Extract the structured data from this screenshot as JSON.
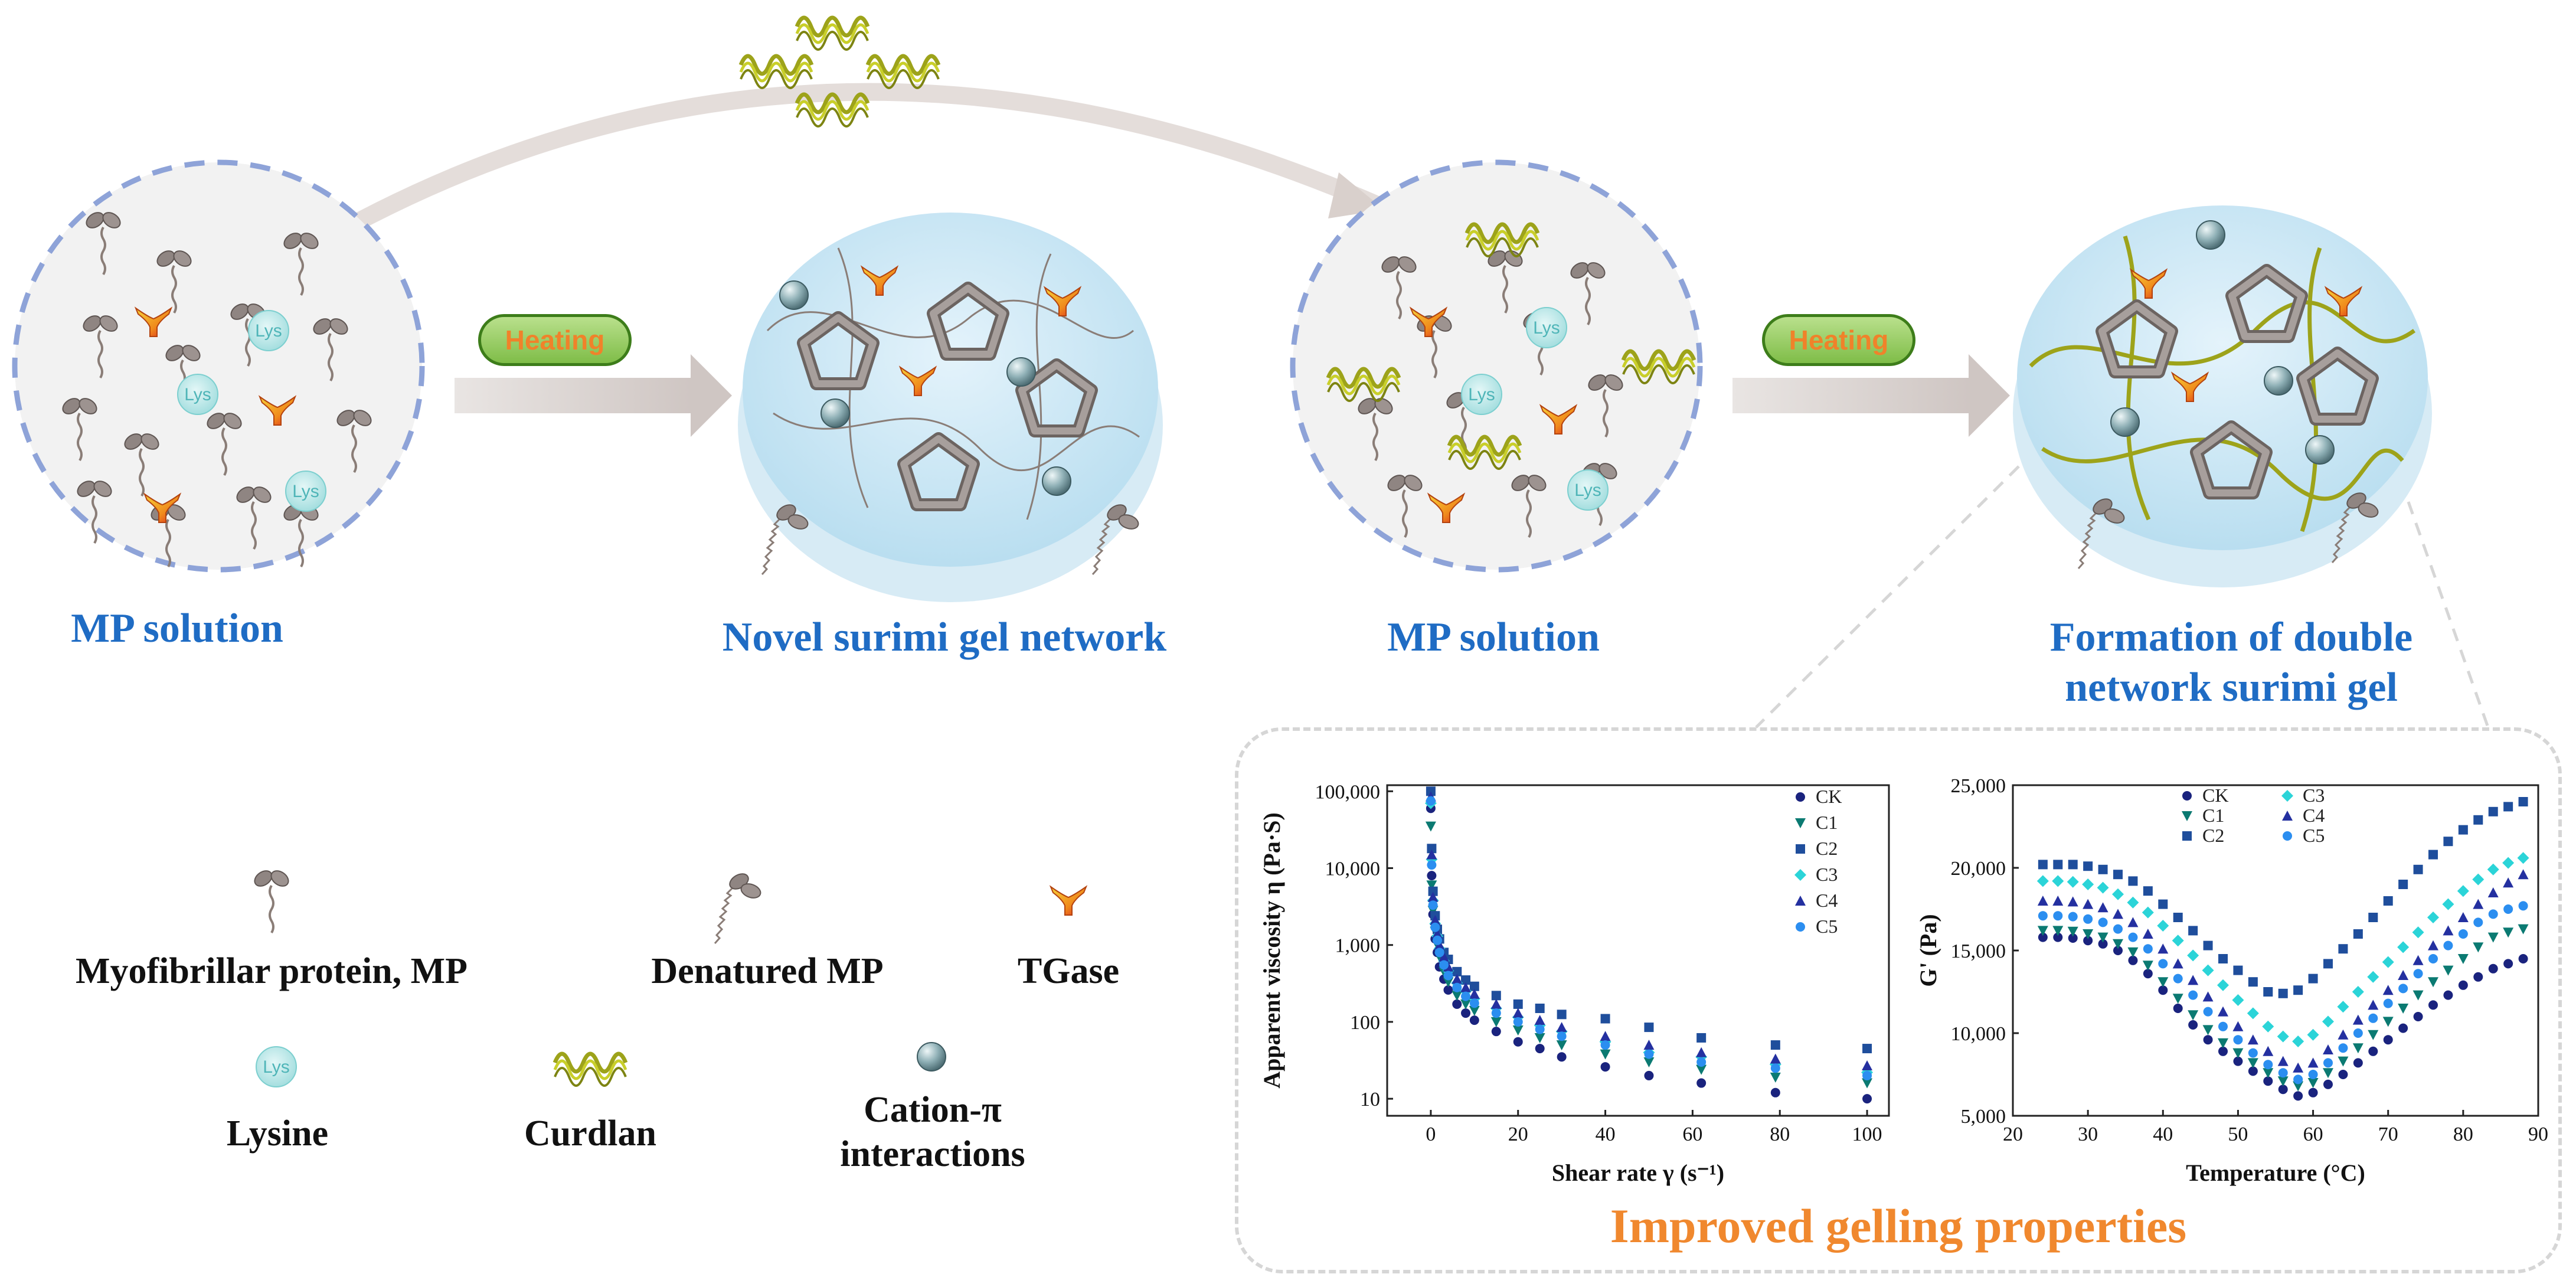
{
  "diagram": {
    "heating_label": "Heating",
    "lys_label": "Lys",
    "titles": {
      "mp_solution_1": "MP solution",
      "novel_network": "Novel surimi gel network",
      "mp_solution_2": "MP solution",
      "double_network_line1": "Formation of double",
      "double_network_line2": "network surimi gel"
    },
    "legend": {
      "mp": "Myofibrillar protein, MP",
      "denatured": "Denatured MP",
      "tgase": "TGase",
      "lysine": "Lysine",
      "curdlan": "Curdlan",
      "cation_line1": "Cation-π",
      "cation_line2": "interactions"
    },
    "improved": "Improved gelling properties",
    "colors": {
      "title_blue": "#1f6cc4",
      "accent_orange": "#f0882e",
      "heating_green": "#7fbd48"
    }
  },
  "chart_data": [
    {
      "type": "scatter",
      "xlabel": "Shear rate γ (s⁻¹)",
      "ylabel": "Apparent viscosity η (Pa·S)",
      "yscale": "log",
      "xlim": [
        -10,
        105
      ],
      "ylim": [
        6,
        120000
      ],
      "x_ticks": [
        0,
        20,
        40,
        60,
        80,
        100
      ],
      "y_ticks": [
        10,
        100,
        1000,
        10000,
        100000
      ],
      "y_tick_labels": [
        "10",
        "100",
        "1,000",
        "10,000",
        "100,000"
      ],
      "legend_position": "top-right",
      "x": [
        0,
        0.2,
        0.5,
        1,
        1.5,
        2,
        3,
        4,
        6,
        8,
        10,
        15,
        20,
        25,
        30,
        40,
        50,
        62,
        79,
        100
      ],
      "series": [
        {
          "name": "CK",
          "color": "#1a237e",
          "marker": "circle",
          "values": [
            60000,
            8000,
            2500,
            1200,
            800,
            520,
            360,
            260,
            170,
            130,
            105,
            75,
            55,
            45,
            35,
            26,
            20,
            16,
            12,
            10
          ]
        },
        {
          "name": "C1",
          "color": "#0b7a72",
          "marker": "triangle-down",
          "values": [
            35000,
            6000,
            2800,
            1500,
            1000,
            700,
            450,
            330,
            220,
            170,
            140,
            100,
            78,
            62,
            50,
            38,
            30,
            24,
            19,
            16
          ]
        },
        {
          "name": "C2",
          "color": "#1f4e9c",
          "marker": "square",
          "values": [
            100000,
            18000,
            5000,
            2400,
            1600,
            1200,
            800,
            650,
            450,
            350,
            290,
            220,
            170,
            150,
            125,
            110,
            85,
            62,
            50,
            45
          ]
        },
        {
          "name": "C3",
          "color": "#2bd4d8",
          "marker": "diamond",
          "values": [
            70000,
            13000,
            3800,
            1900,
            1300,
            900,
            620,
            460,
            320,
            250,
            200,
            150,
            115,
            90,
            75,
            55,
            40,
            35,
            28,
            22
          ]
        },
        {
          "name": "C4",
          "color": "#2430a0",
          "marker": "triangle-up",
          "values": [
            85000,
            15000,
            4200,
            2100,
            1400,
            1000,
            700,
            520,
            360,
            280,
            230,
            170,
            130,
            105,
            85,
            65,
            50,
            40,
            33,
            27
          ]
        },
        {
          "name": "C5",
          "color": "#2b8ef0",
          "marker": "circle",
          "values": [
            75000,
            11000,
            3300,
            1700,
            1150,
            800,
            550,
            400,
            280,
            215,
            175,
            130,
            100,
            80,
            65,
            50,
            38,
            30,
            25,
            20
          ]
        }
      ]
    },
    {
      "type": "scatter",
      "xlabel": "Temperature (°C)",
      "ylabel": "G' (Pa)",
      "xlim": [
        20,
        90
      ],
      "ylim": [
        5000,
        25000
      ],
      "x_ticks": [
        20,
        30,
        40,
        50,
        60,
        70,
        80,
        90
      ],
      "y_ticks": [
        5000,
        10000,
        15000,
        20000,
        25000
      ],
      "y_tick_labels": [
        "5,000",
        "10,000",
        "15,000",
        "20,000",
        "25,000"
      ],
      "legend_position": "top",
      "x": [
        24,
        26,
        28,
        30,
        32,
        34,
        36,
        38,
        40,
        42,
        44,
        46,
        48,
        50,
        52,
        54,
        56,
        58,
        60,
        62,
        64,
        66,
        68,
        70,
        72,
        74,
        76,
        78,
        80,
        82,
        84,
        86,
        88
      ],
      "series": [
        {
          "name": "CK",
          "color": "#1a237e",
          "marker": "circle",
          "values": [
            15800,
            15800,
            15750,
            15600,
            15400,
            15000,
            14400,
            13600,
            12600,
            11500,
            10500,
            9600,
            8900,
            8300,
            7700,
            7100,
            6600,
            6200,
            6400,
            6900,
            7500,
            8200,
            8900,
            9600,
            10300,
            11000,
            11700,
            12300,
            12900,
            13400,
            13900,
            14200,
            14500
          ]
        },
        {
          "name": "C1",
          "color": "#0b7a72",
          "marker": "triangle-down",
          "values": [
            16200,
            16200,
            16150,
            16000,
            15800,
            15400,
            14900,
            14100,
            13100,
            12100,
            11100,
            10200,
            9400,
            8800,
            8200,
            7600,
            7100,
            6800,
            7000,
            7600,
            8300,
            9100,
            9900,
            10700,
            11500,
            12300,
            13100,
            13800,
            14500,
            15200,
            15800,
            16100,
            16300
          ]
        },
        {
          "name": "C2",
          "color": "#1f4e9c",
          "marker": "square",
          "values": [
            20200,
            20200,
            20200,
            20100,
            19900,
            19600,
            19200,
            18600,
            17800,
            17000,
            16200,
            15300,
            14500,
            13800,
            13100,
            12500,
            12400,
            12600,
            13300,
            14200,
            15100,
            16000,
            17000,
            18000,
            19000,
            19900,
            20800,
            21600,
            22300,
            22900,
            23400,
            23700,
            24000
          ]
        },
        {
          "name": "C3",
          "color": "#2bd4d8",
          "marker": "diamond",
          "values": [
            19200,
            19200,
            19150,
            19000,
            18800,
            18400,
            17900,
            17300,
            16500,
            15600,
            14700,
            13800,
            12900,
            12000,
            11200,
            10400,
            9800,
            9500,
            9900,
            10700,
            11600,
            12500,
            13400,
            14300,
            15200,
            16100,
            17000,
            17800,
            18600,
            19300,
            19900,
            20300,
            20600
          ]
        },
        {
          "name": "C4",
          "color": "#2430a0",
          "marker": "triangle-up",
          "values": [
            18000,
            18000,
            17950,
            17800,
            17600,
            17200,
            16700,
            16000,
            15100,
            14200,
            13200,
            12200,
            11300,
            10400,
            9600,
            8900,
            8300,
            7900,
            8200,
            9000,
            9900,
            10800,
            11700,
            12600,
            13500,
            14400,
            15300,
            16200,
            17000,
            17800,
            18500,
            19100,
            19600
          ]
        },
        {
          "name": "C5",
          "color": "#2b8ef0",
          "marker": "circle",
          "values": [
            17100,
            17100,
            17050,
            16900,
            16700,
            16300,
            15800,
            15100,
            14200,
            13300,
            12300,
            11300,
            10400,
            9600,
            8800,
            8100,
            7600,
            7200,
            7500,
            8200,
            9100,
            10000,
            10900,
            11800,
            12700,
            13600,
            14500,
            15300,
            16000,
            16700,
            17200,
            17500,
            17700
          ]
        }
      ]
    }
  ]
}
